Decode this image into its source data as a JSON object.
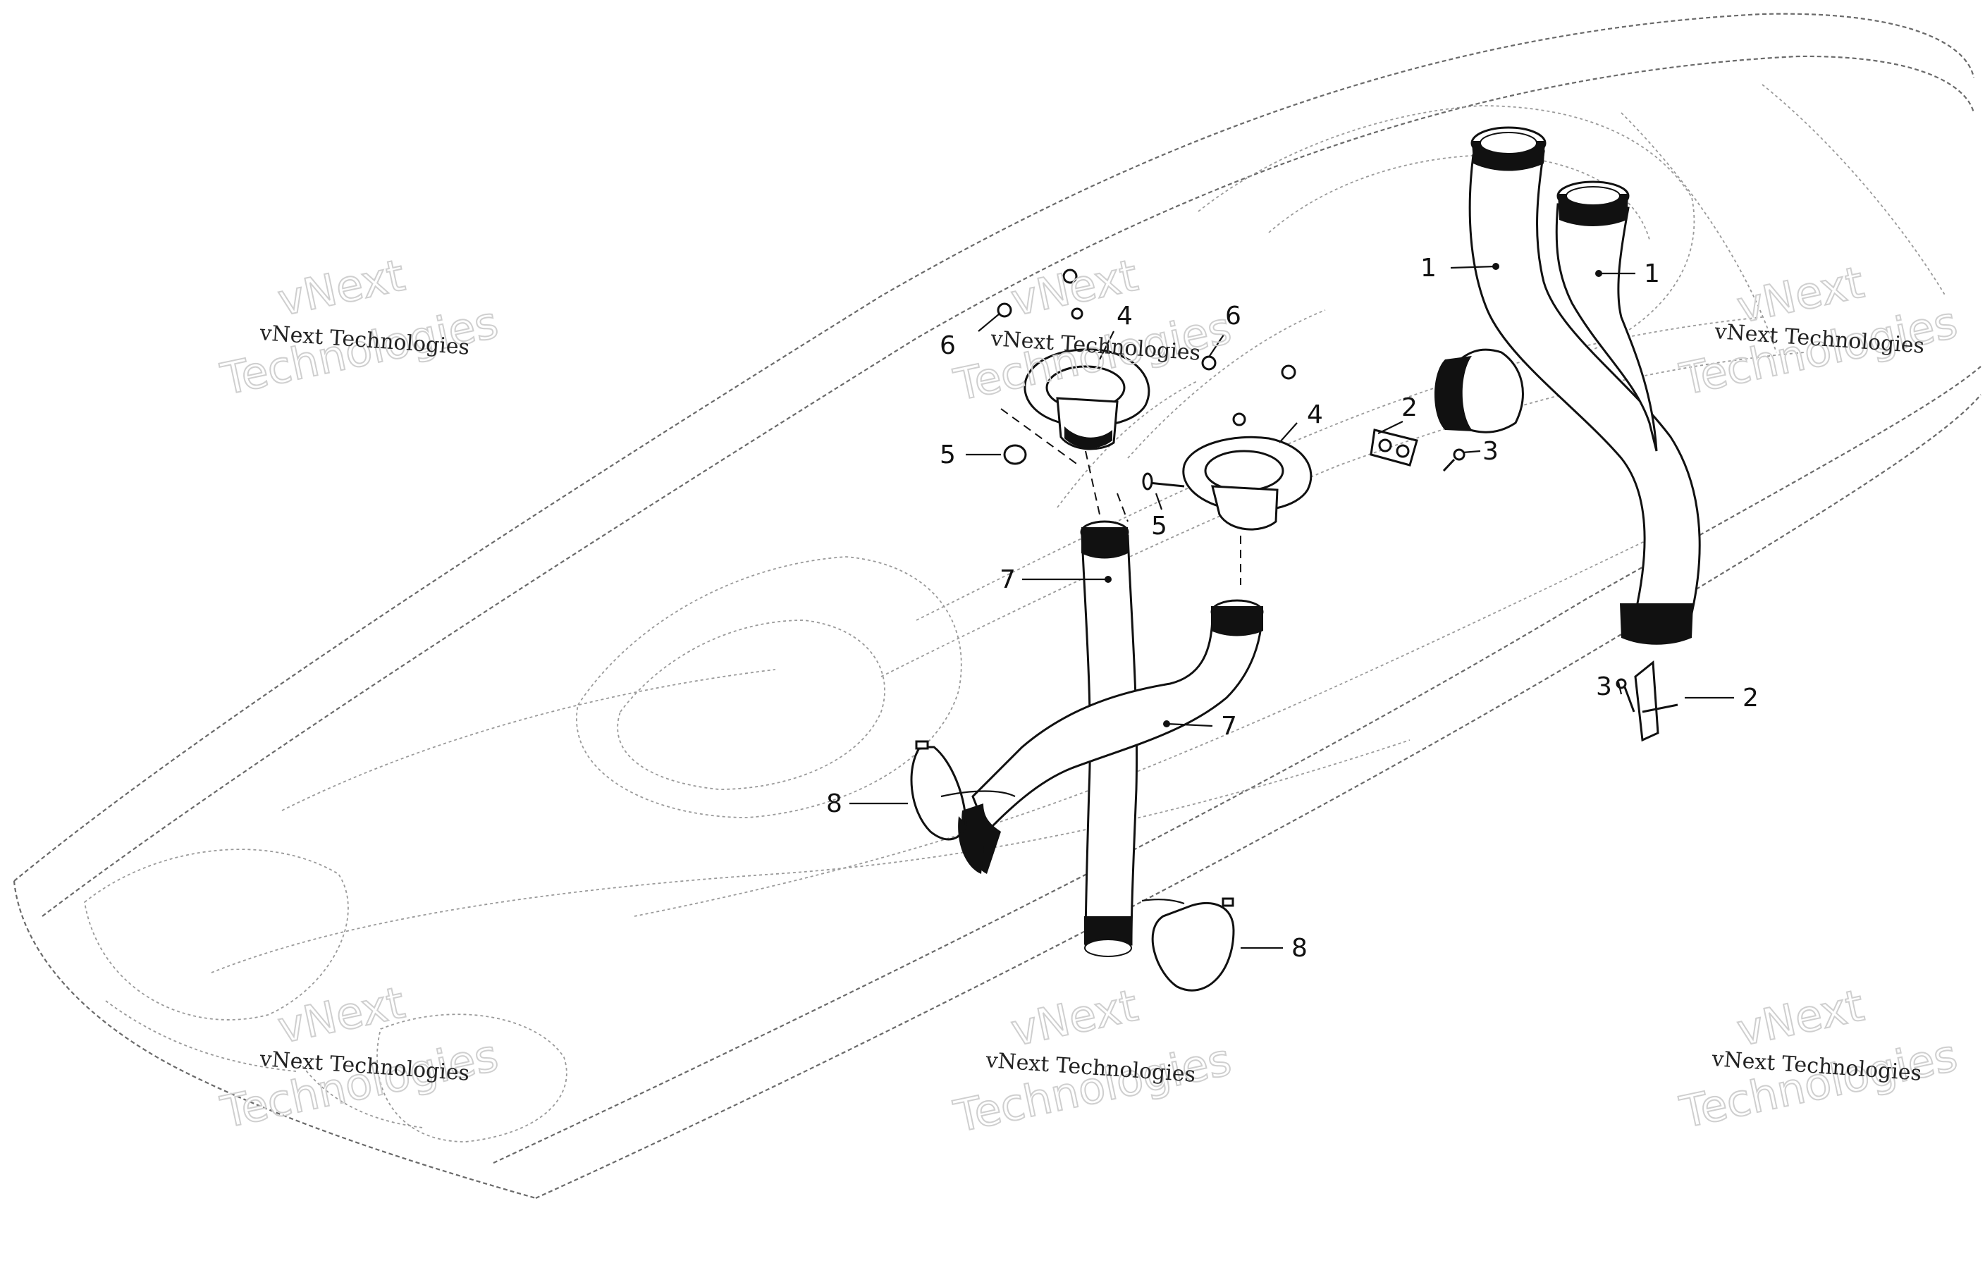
{
  "diagram": {
    "callouts": [
      {
        "id": "c1a",
        "text": "1"
      },
      {
        "id": "c1b",
        "text": "1"
      },
      {
        "id": "c2a",
        "text": "2"
      },
      {
        "id": "c2b",
        "text": "2"
      },
      {
        "id": "c3a",
        "text": "3"
      },
      {
        "id": "c3b",
        "text": "3"
      },
      {
        "id": "c4a",
        "text": "4"
      },
      {
        "id": "c4b",
        "text": "4"
      },
      {
        "id": "c5a",
        "text": "5"
      },
      {
        "id": "c5b",
        "text": "5"
      },
      {
        "id": "c6a",
        "text": "6"
      },
      {
        "id": "c6b",
        "text": "6"
      },
      {
        "id": "c7a",
        "text": "7"
      },
      {
        "id": "c7b",
        "text": "7"
      },
      {
        "id": "c8a",
        "text": "8"
      },
      {
        "id": "c8b",
        "text": "8"
      }
    ]
  },
  "watermark": {
    "line_small": "vNext Technologies",
    "line_big_1": "vNext",
    "line_big_2": "Technologies"
  },
  "colors": {
    "line": "#111111",
    "hull": "#6a6a6a",
    "background": "#ffffff"
  }
}
